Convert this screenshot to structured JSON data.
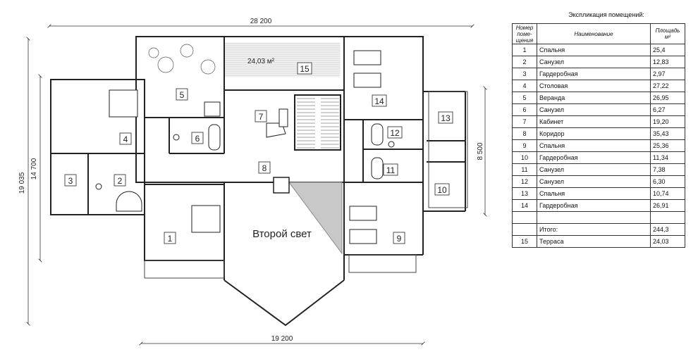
{
  "dimensions": {
    "top": "28 200",
    "bottom": "19 200",
    "left_outer": "19 035",
    "left_inner": "14 700",
    "right": "8 500"
  },
  "labels": {
    "second_light": "Второй свет",
    "terrace_area": "24,03 м²"
  },
  "rooms": [
    "1",
    "2",
    "3",
    "4",
    "5",
    "6",
    "7",
    "8",
    "9",
    "10",
    "11",
    "12",
    "13",
    "14",
    "15"
  ],
  "legend": {
    "title": "Экспликация помещений:",
    "col_num": "Номер поме- щения",
    "col_name": "Наименование",
    "col_area": "Площадь м²",
    "rows": [
      {
        "num": "1",
        "name": "Спальня",
        "area": "25,4"
      },
      {
        "num": "2",
        "name": "Санузел",
        "area": "12,83"
      },
      {
        "num": "3",
        "name": "Гардеробная",
        "area": "2,97"
      },
      {
        "num": "4",
        "name": "Столовая",
        "area": "27,22"
      },
      {
        "num": "5",
        "name": "Веранда",
        "area": "26,95"
      },
      {
        "num": "6",
        "name": "Санузел",
        "area": "6,27"
      },
      {
        "num": "7",
        "name": "Кабинет",
        "area": "19,20"
      },
      {
        "num": "8",
        "name": "Коридор",
        "area": "35,43"
      },
      {
        "num": "9",
        "name": "Спальня",
        "area": "25,36"
      },
      {
        "num": "10",
        "name": "Гардеробная",
        "area": "11,34"
      },
      {
        "num": "11",
        "name": "Санузел",
        "area": "7,38"
      },
      {
        "num": "12",
        "name": "Санузел",
        "area": "6,30"
      },
      {
        "num": "13",
        "name": "Спальня",
        "area": "10,74"
      },
      {
        "num": "14",
        "name": "Гардеробная",
        "area": "26,91"
      }
    ],
    "total_label": "Итого:",
    "total_value": "244,3",
    "extra": {
      "num": "15",
      "name": "Терраса",
      "area": "24,03"
    }
  }
}
